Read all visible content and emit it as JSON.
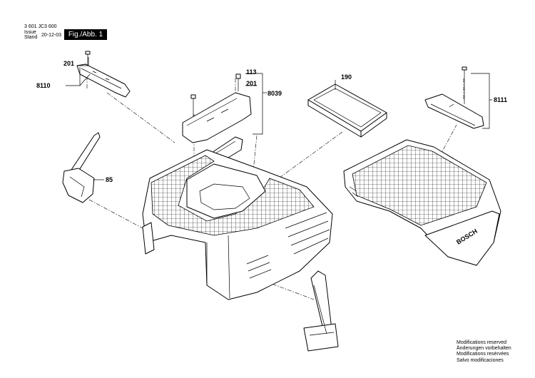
{
  "header": {
    "part_number": "3 601 JC3 600",
    "issue_label": "Issue",
    "stand_label": "Stand",
    "issue_date": "20-12-03",
    "figure_label": "Fig./Abb. 1"
  },
  "callouts": {
    "c201_left": "201",
    "c8110": "8110",
    "c113": "113",
    "c201_mid": "201",
    "c8039": "8039",
    "c190": "190",
    "c8111": "8111",
    "c85": "85"
  },
  "brand_mark": "BOSCH",
  "notes": [
    "Modifications reserved",
    "Änderungen vorbehalten",
    "Modifications resérvées",
    "Salvo modificaciones"
  ]
}
